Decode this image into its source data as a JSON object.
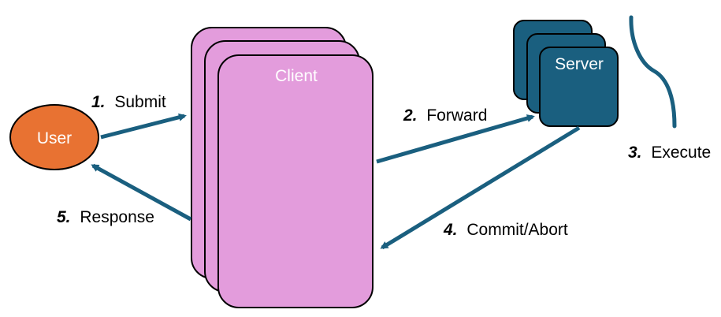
{
  "nodes": {
    "user": {
      "label": "User",
      "color": "#E87232"
    },
    "client": {
      "label": "Client",
      "color": "#E39CDC",
      "stack_count": 3
    },
    "server": {
      "label": "Server",
      "color": "#1A5F7F",
      "stack_count": 3
    }
  },
  "steps": [
    {
      "number": "1.",
      "text": "Submit"
    },
    {
      "number": "2.",
      "text": "Forward"
    },
    {
      "number": "3.",
      "text": "Execute"
    },
    {
      "number": "4.",
      "text": "Commit/Abort"
    },
    {
      "number": "5.",
      "text": "Response"
    }
  ],
  "colors": {
    "arrow": "#1A5F7F",
    "outline": "#000000",
    "background": "#FFFFFF"
  }
}
